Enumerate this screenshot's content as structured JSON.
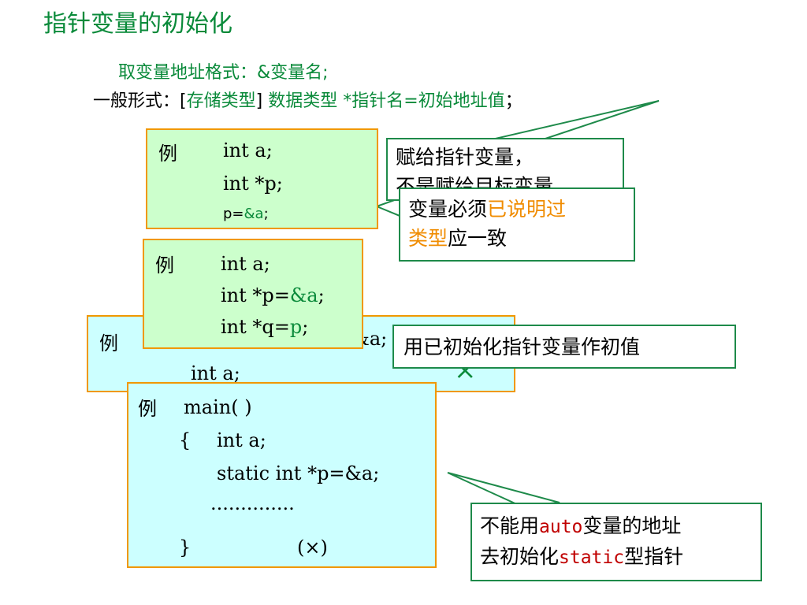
{
  "title": "指针变量的初始化",
  "format": {
    "addr_label": "取变量地址格式：",
    "addr_expr": "&变量名;",
    "general_label": "一般形式：",
    "bracket_open": "[",
    "storage": "存储类型",
    "bracket_close": "]",
    "datatype": "数据类型",
    "star_name": "*指针名=",
    "init_addr": "初始地址值",
    "semicolon": "；"
  },
  "ex1": {
    "li": "例",
    "line1": "int a;",
    "line2": "int   *p;",
    "line3_pre": "p=",
    "line3_amp": "&a",
    "line3_post": ";"
  },
  "callout1": {
    "line1": "赋给指针变量，",
    "line2": "不是赋给目标变量"
  },
  "callout2": {
    "line1_pre": "变量必须",
    "line1_highlight": "已说明过",
    "line2_highlight": "类型",
    "line2_post": "应一致"
  },
  "ex2": {
    "li": "例",
    "line1": "int a;",
    "line2_pre": "int   *p=",
    "line2_amp": "&a",
    "line2_post": ";",
    "line3_pre": "int   *q=",
    "line3_p": "p",
    "line3_post": ";"
  },
  "callout3": {
    "text": "用已初始化指针变量作初值"
  },
  "ex3": {
    "li": "例",
    "line1_visible": "p=&a;",
    "line2": "int a;",
    "mark": "×"
  },
  "ex4": {
    "li": "例",
    "line1": "main( )",
    "line2_brace": "{",
    "line2": "int   a;",
    "line3": "static  int    *p=&a;",
    "line4": "..............",
    "line5_brace": "}",
    "mark": "(×)"
  },
  "callout4": {
    "line1_pre": "不能用",
    "line1_kw": "auto",
    "line1_post": "变量的地址",
    "line2_pre": "去初始化",
    "line2_kw": "static",
    "line2_post": "型指针"
  },
  "colors": {
    "green": "#0a8a3a",
    "orange": "#f08c00",
    "light_green": "#ccffcc",
    "light_cyan": "#ccffff",
    "box_border": "#f09800",
    "callout_border": "#1e8a4a"
  }
}
